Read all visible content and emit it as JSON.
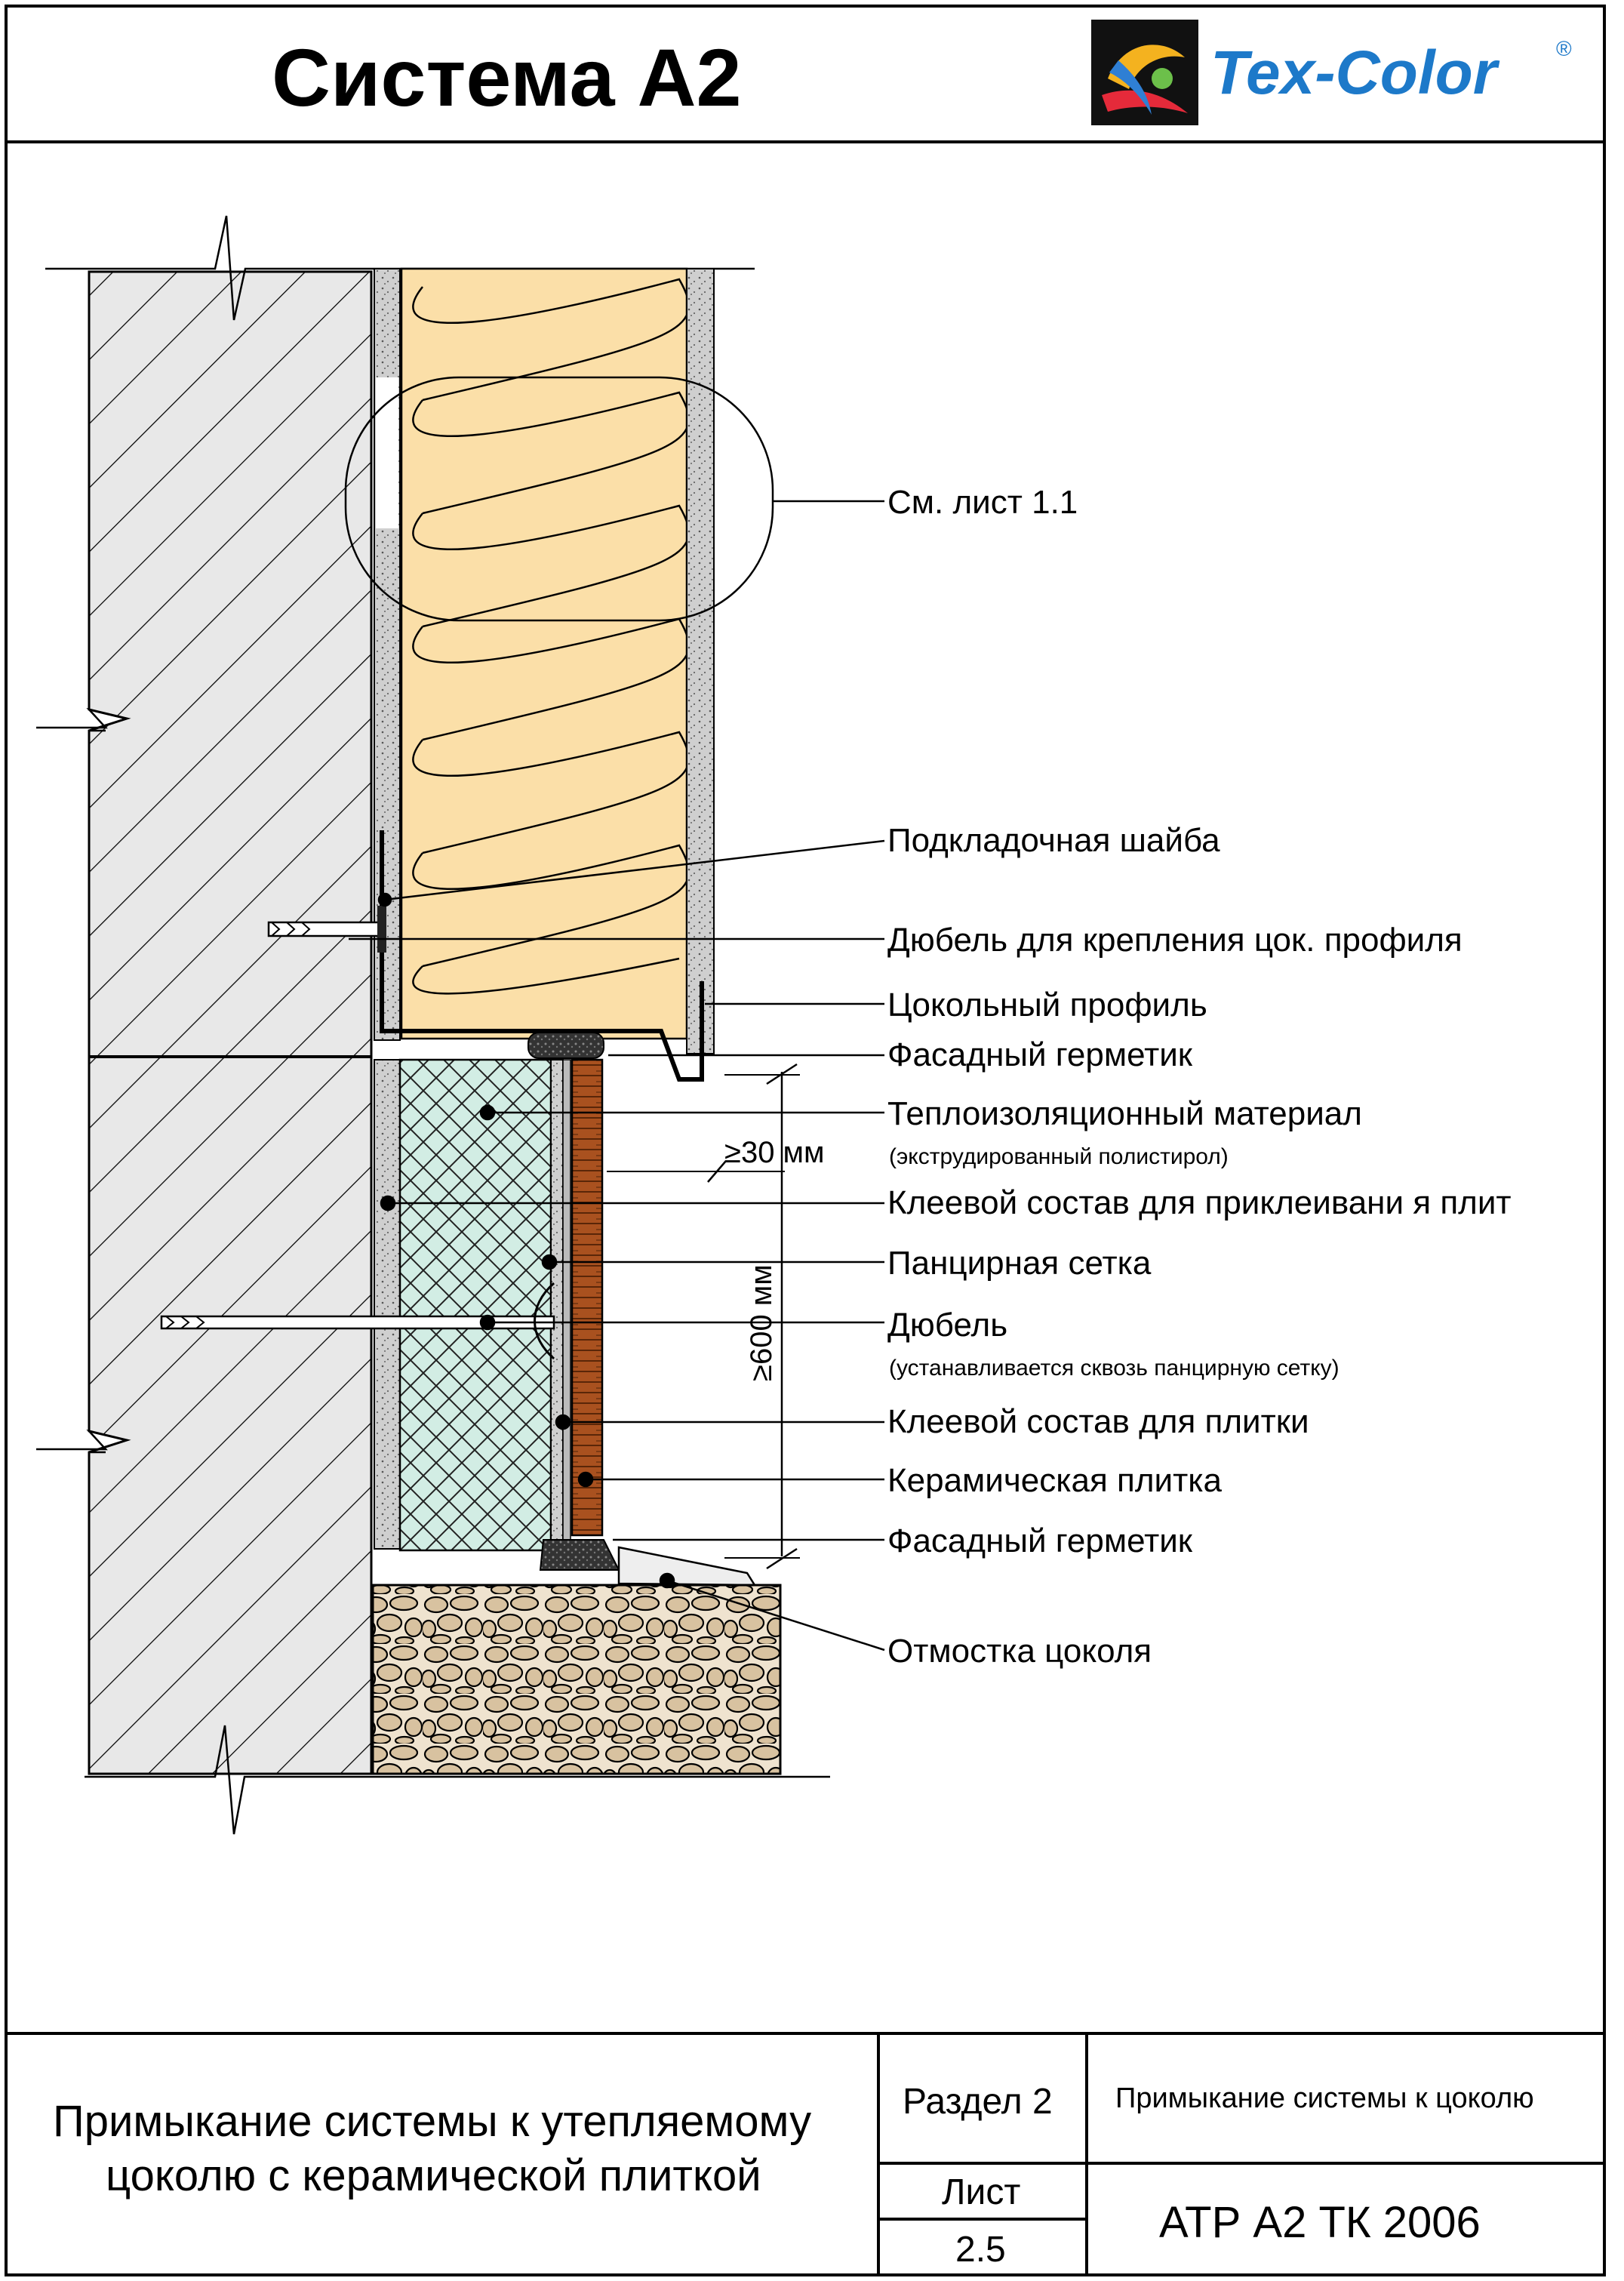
{
  "header": {
    "title": "Система А2",
    "brand": "Tex-Color",
    "brand_mark": "®"
  },
  "callouts": [
    {
      "text": "См. лист 1.1"
    },
    {
      "text": "Подкладочная шайба"
    },
    {
      "text": "Дюбель для крепления цок. профиля"
    },
    {
      "text": "Цокольный профиль"
    },
    {
      "text": "Фасадный герметик"
    },
    {
      "text": "Теплоизоляционный материал",
      "note": "(экструдированный полистирол)"
    },
    {
      "text": "Клеевой состав для приклеивани я плит"
    },
    {
      "text": "Панцирная сетка"
    },
    {
      "text": "Дюбель",
      "note": "(устанавливается сквозь панцирную сетку)"
    },
    {
      "text": "Клеевой состав для плитки"
    },
    {
      "text": "Керамическая плитка"
    },
    {
      "text": "Фасадный герметик"
    },
    {
      "text": "Отмостка цоколя"
    }
  ],
  "dimensions": {
    "gap": "≥30 мм",
    "height": "≥600 мм"
  },
  "title_block": {
    "description_line1": "Примыкание системы к утепляемому",
    "description_line2": "цоколю с керамической плиткой",
    "section": "Раздел 2",
    "section_title": "Примыкание системы к цоколю",
    "sheet_label": "Лист",
    "sheet_number": "2.5",
    "code": "АТР А2 ТК 2006"
  },
  "colors": {
    "insulation_wool": "#fbdfa8",
    "insulation_xps": "#d2ede4",
    "ceramic_tile": "#a9511f",
    "brand_blue": "#1d79c9",
    "wall_hatch": "#e8e8e8"
  }
}
